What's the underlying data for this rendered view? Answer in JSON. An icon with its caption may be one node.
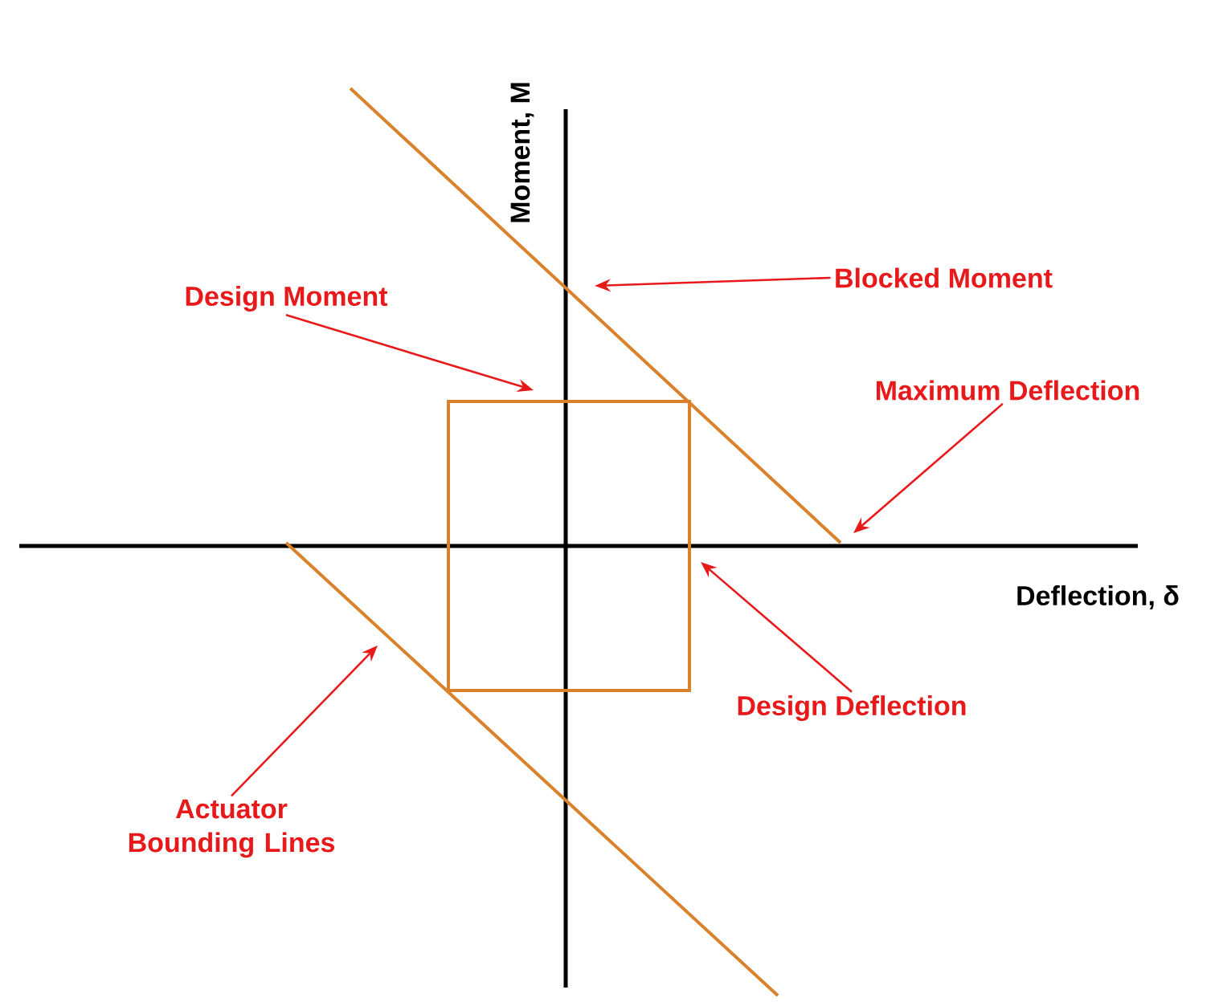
{
  "diagram": {
    "nodes": [
      {
        "text": [
          "Blocked Moment"
        ]
      },
      {
        "text": [
          "Design Moment"
        ]
      },
      {
        "text": [
          "Maximum Deflection"
        ]
      },
      {
        "text": [
          "Design Deflection"
        ]
      },
      {
        "text": [
          "Actuator Bounding Lines"
        ]
      },
      {
        "text": [],
        "shape": "box"
      }
    ],
    "edges": [
      {
        "from": 0,
        "to": null,
        "arrow": "to"
      },
      {
        "from": 1,
        "to": 5,
        "arrow": "to"
      },
      {
        "from": 2,
        "to": null,
        "arrow": "to"
      },
      {
        "from": 3,
        "to": 5,
        "arrow": "to"
      },
      {
        "from": 4,
        "to": null,
        "arrow": "to"
      }
    ],
    "labels": [
      "Moment, M",
      "Deflection, δ"
    ]
  }
}
